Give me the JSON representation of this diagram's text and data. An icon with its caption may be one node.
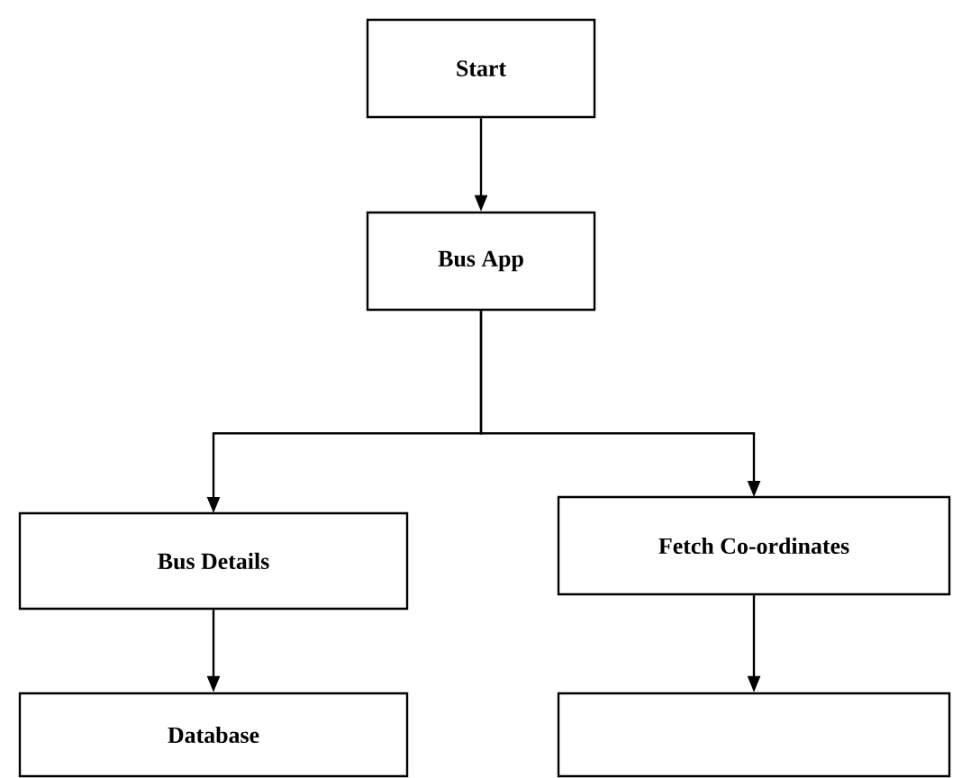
{
  "diagram": {
    "nodes": [
      {
        "text": [
          "Start"
        ]
      },
      {
        "text": [
          "Bus App"
        ]
      },
      {
        "text": [
          "Bus Details"
        ]
      },
      {
        "text": [
          "Fetch Co-ordinates"
        ]
      },
      {
        "text": [
          "Database"
        ]
      },
      {
        "text": [],
        "shape": "box"
      }
    ],
    "edges": [
      {
        "from": 0,
        "to": 1,
        "arrow": "to"
      },
      {
        "from": 1,
        "to": 2,
        "arrow": "to"
      },
      {
        "from": 1,
        "to": 3,
        "arrow": "to"
      },
      {
        "from": 2,
        "to": 4,
        "arrow": "to"
      },
      {
        "from": 3,
        "to": 5,
        "arrow": "to"
      }
    ]
  }
}
